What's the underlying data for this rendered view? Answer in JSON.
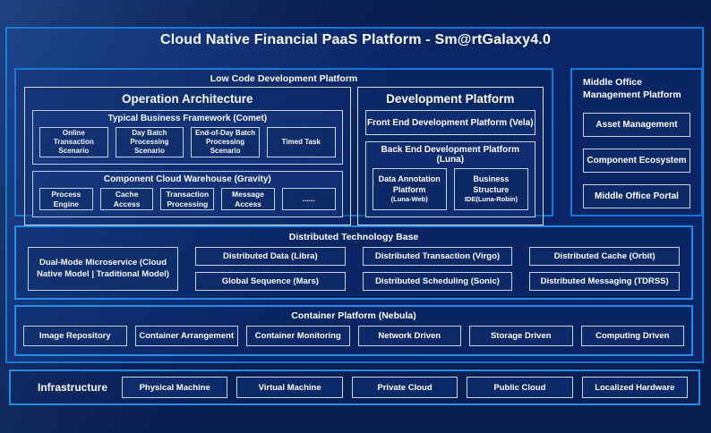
{
  "title": "Cloud Native Financial PaaS Platform - Sm@rtGalaxy4.0",
  "colors": {
    "background": "#081C4E",
    "panel_fill": "#0A2666",
    "accent_border": "#1478D8",
    "bright_border": "#1E90EC",
    "inner_border": "#C9D6EA",
    "text": "#FFFFFF"
  },
  "low_code": {
    "title": "Low Code Development Platform",
    "operation": {
      "title": "Operation Architecture",
      "comet": {
        "title": "Typical Business Framework (Comet)",
        "items": [
          "Online Transaction Scenario",
          "Day Batch Processing Scenario",
          "End-of-Day Batch Processing Scenario",
          "Timed Task"
        ]
      },
      "gravity": {
        "title": "Component Cloud Warehouse (Gravity)",
        "items": [
          "Process Engine",
          "Cache Access",
          "Transaction Processing",
          "Message Access",
          "......"
        ]
      }
    },
    "development": {
      "title": "Development Platform",
      "front_end": "Front End Development Platform (Vela)",
      "back_end": {
        "title": "Back End Development Platform (Luna)",
        "items": [
          {
            "main": "Data Annotation Platform",
            "sub": "(Luna-Web)"
          },
          {
            "main": "Business Structure",
            "sub": "IDE(Luna-Robin)"
          }
        ]
      }
    }
  },
  "middle_office": {
    "title": "Middle Office Management Platform",
    "items": [
      "Asset Management",
      "Component Ecosystem",
      "Middle Office Portal"
    ]
  },
  "distributed": {
    "title": "Distributed Technology Base",
    "dual_mode": "Dual-Mode Microservice (Cloud Native Model | Traditional Model)",
    "boxes": [
      "Distributed Data (Libra)",
      "Distributed Transaction (Virgo)",
      "Distributed Cache (Orbit)",
      "Global Sequence (Mars)",
      "Distributed Scheduling (Sonic)",
      "Distributed Messaging (TDRSS)"
    ]
  },
  "container_platform": {
    "title": "Container Platform (Nebula)",
    "items": [
      "Image Repository",
      "Container Arrangement",
      "Container Monitoring",
      "Network Driven",
      "Storage Driven",
      "Computing Driven"
    ]
  },
  "infrastructure": {
    "label": "Infrastructure",
    "items": [
      "Physical Machine",
      "Virtual Machine",
      "Private Cloud",
      "Public Cloud",
      "Localized Hardware"
    ]
  }
}
